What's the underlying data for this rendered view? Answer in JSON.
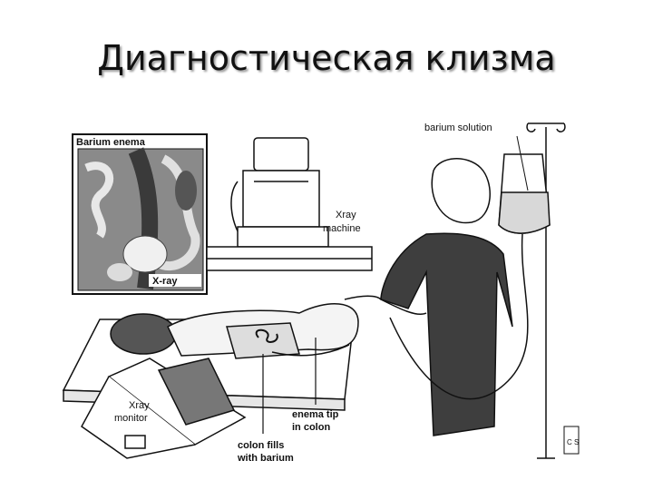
{
  "slide": {
    "title": "Диагностическая клизма"
  },
  "figure": {
    "inset_label": "Barium enema",
    "inset_xray_label": "X-ray",
    "labels": {
      "barium_solution": "barium solution",
      "xray_machine_1": "Xray",
      "xray_machine_2": "machine",
      "xray_monitor_1": "Xray",
      "xray_monitor_2": "monitor",
      "enema_tip_1": "enema tip",
      "enema_tip_2": "in colon",
      "colon_fills_1": "colon fills",
      "colon_fills_2": "with barium"
    },
    "copyright_mark": "C S"
  }
}
